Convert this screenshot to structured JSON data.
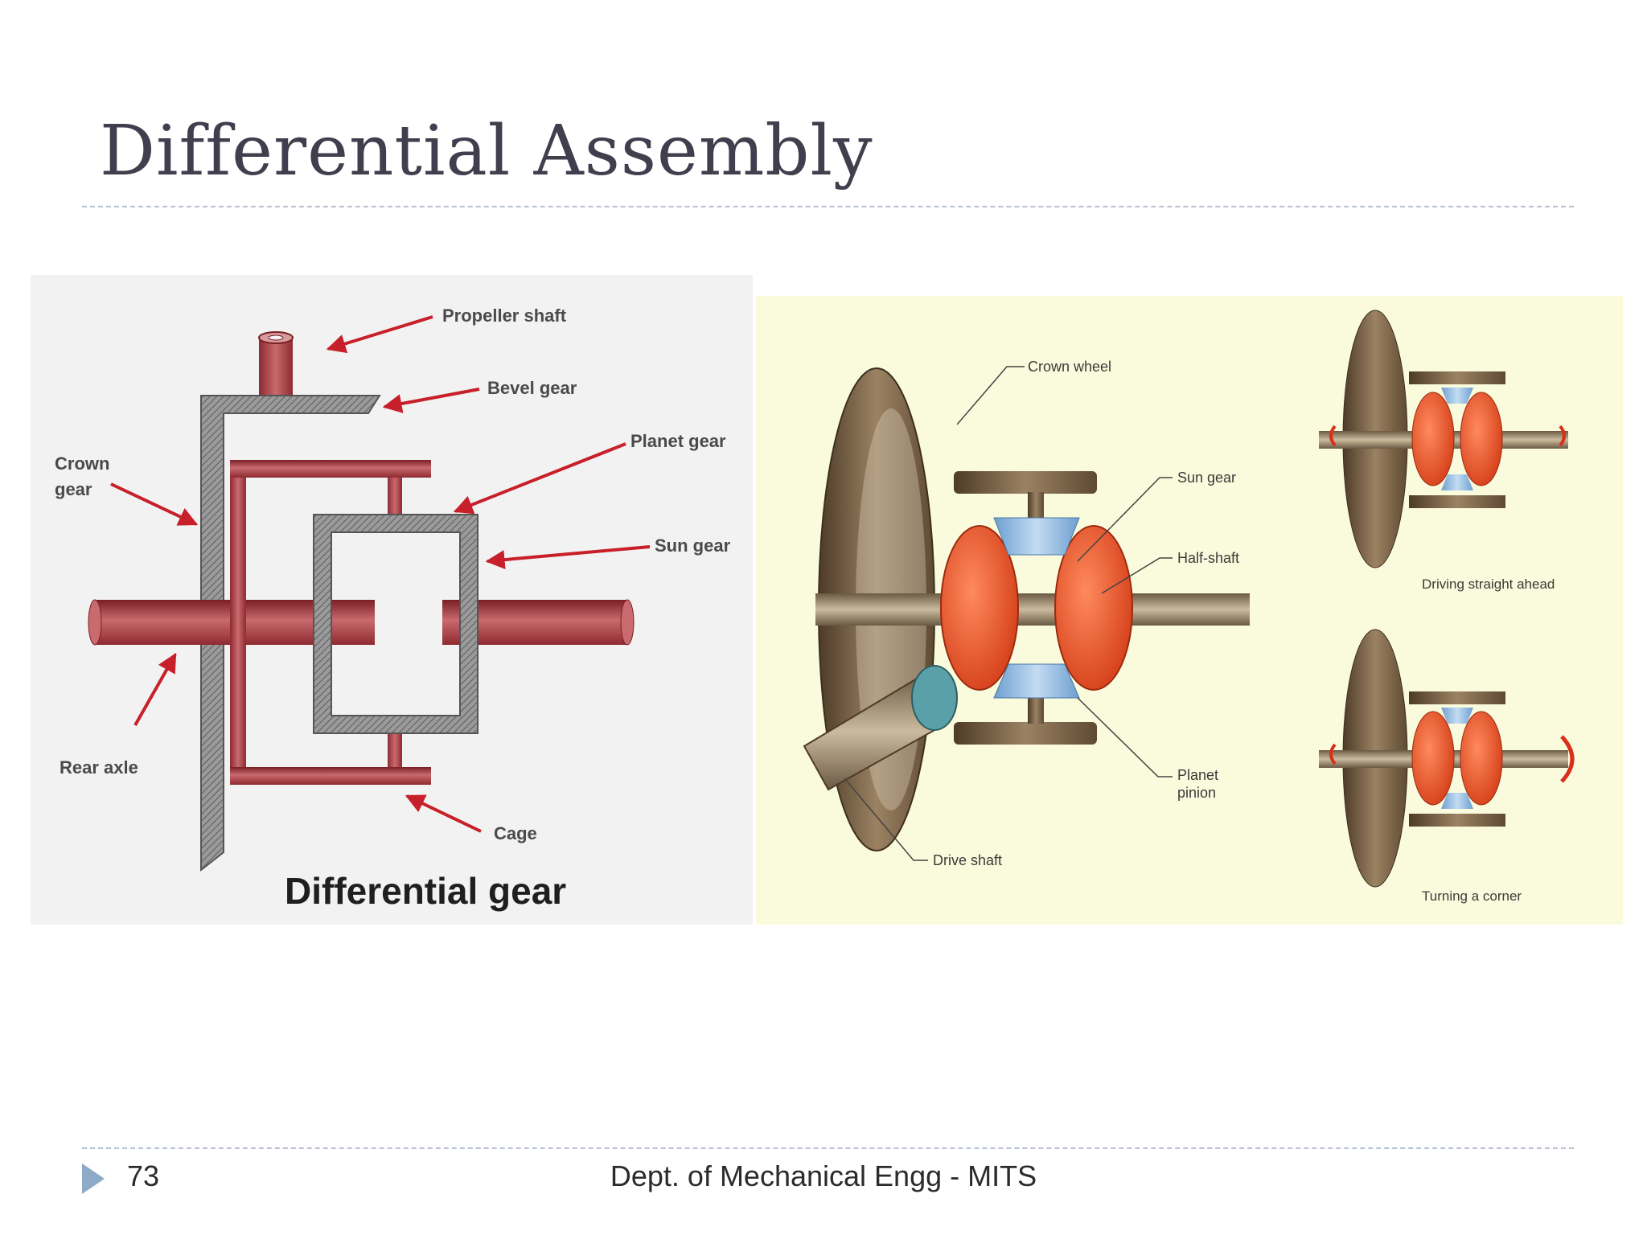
{
  "slide": {
    "title": "Differential Assembly",
    "page_number": "73",
    "footer": "Dept. of Mechanical Engg - MITS"
  },
  "left_figure": {
    "caption": "Differential gear",
    "labels": {
      "propeller_shaft": "Propeller shaft",
      "bevel_gear": "Bevel gear",
      "planet_gear": "Planet gear",
      "sun_gear": "Sun gear",
      "crown_gear_line1": "Crown",
      "crown_gear_line2": "gear",
      "rear_axle": "Rear axle",
      "cage": "Cage"
    }
  },
  "right_figure": {
    "labels": {
      "crown_wheel": "Crown wheel",
      "sun_gear": "Sun gear",
      "half_shaft": "Half-shaft",
      "planet_pinion_line1": "Planet",
      "planet_pinion_line2": "pinion",
      "drive_shaft": "Drive shaft",
      "driving_straight": "Driving straight ahead",
      "turning_corner": "Turning a corner"
    }
  },
  "colors": {
    "title": "#3f3f4d",
    "rule": "#b9c3cf",
    "bullet": "#8eaac9",
    "shaft_red": "#a63a3f",
    "arrow_red": "#c8202a",
    "left_bg": "#f3f2f2",
    "right_bg": "#fafbdc",
    "gear_orange": "#e8502a",
    "gear_blue": "#8ab6e0",
    "bronze": "#7a6446"
  }
}
